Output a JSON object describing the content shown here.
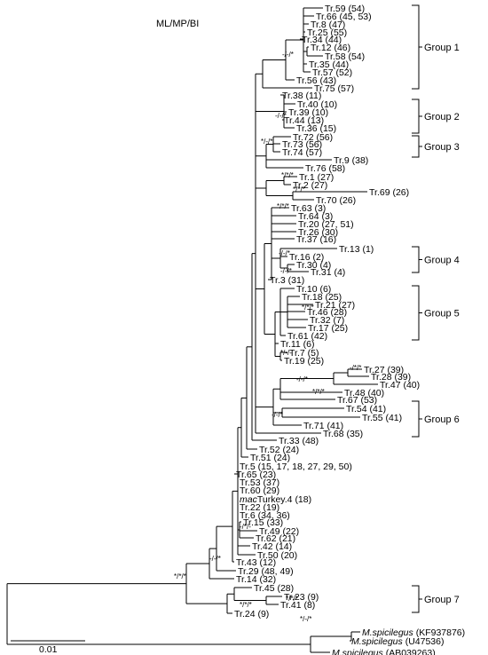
{
  "header": "ML/MP/BI",
  "scale_label": "0.01",
  "groups": [
    {
      "label": "Group 1"
    },
    {
      "label": "Group 2"
    },
    {
      "label": "Group 3"
    },
    {
      "label": "Group 4"
    },
    {
      "label": "Group 5"
    },
    {
      "label": "Group 6"
    },
    {
      "label": "Group 7"
    }
  ],
  "support": [
    "-/-/*",
    "-/-/*",
    "*/-/*",
    "*/*/*",
    "*/*/*",
    "*/*/*",
    "-/-/*",
    "-/-/*",
    "*/*/*",
    "*/-/-",
    "-/-/*",
    "*/*/*",
    "-/-/*",
    "-/*/*",
    "-/*/-",
    "-/-/*",
    "*/*/*",
    "*/*/*",
    "*/*/*",
    "*/-/*"
  ],
  "taxa": [
    {
      "label": "Tr.59 (54)"
    },
    {
      "label": "Tr.66 (45, 53)"
    },
    {
      "label": "Tr.8 (47)"
    },
    {
      "label": "Tr.25 (55)"
    },
    {
      "label": "Tr.34 (44)"
    },
    {
      "label": "Tr.12 (46)"
    },
    {
      "label": "Tr.58 (54)"
    },
    {
      "label": "Tr.35 (44)"
    },
    {
      "label": "Tr.57 (52)"
    },
    {
      "label": "Tr.56 (43)"
    },
    {
      "label": "Tr.75 (57)"
    },
    {
      "label": "Tr.38 (11)"
    },
    {
      "label": "Tr.40 (10)"
    },
    {
      "label": "Tr.39 (10)"
    },
    {
      "label": "Tr.44 (13)"
    },
    {
      "label": "Tr.36 (15)"
    },
    {
      "label": "Tr.72 (56)"
    },
    {
      "label": "Tr.73 (56)"
    },
    {
      "label": "Tr.74 (57)"
    },
    {
      "label": "Tr.9 (38)"
    },
    {
      "label": "Tr.76 (58)"
    },
    {
      "label": "Tr.1 (27)"
    },
    {
      "label": "Tr.2 (27)"
    },
    {
      "label": "Tr.69 (26)"
    },
    {
      "label": "Tr.70 (26)"
    },
    {
      "label": "Tr.63 (3)"
    },
    {
      "label": "Tr.64 (3)"
    },
    {
      "label": "Tr.20 (27, 51)"
    },
    {
      "label": "Tr.26 (30)"
    },
    {
      "label": "Tr.37 (16)"
    },
    {
      "label": "Tr.13 (1)"
    },
    {
      "label": "Tr.16 (2)"
    },
    {
      "label": "Tr.30 (4)"
    },
    {
      "label": "Tr.31 (4)"
    },
    {
      "label": "Tr.3 (31)"
    },
    {
      "label": "Tr.10 (6)"
    },
    {
      "label": "Tr.18 (25)"
    },
    {
      "label": "Tr.21 (27)"
    },
    {
      "label": "Tr.46 (28)"
    },
    {
      "label": "Tr.32 (7)"
    },
    {
      "label": "Tr.17 (25)"
    },
    {
      "label": "Tr.61 (42)"
    },
    {
      "label": "Tr.11 (6)"
    },
    {
      "label": "Tr.7 (5)"
    },
    {
      "label": "Tr.19 (25)"
    },
    {
      "label": "Tr.27 (39)"
    },
    {
      "label": "Tr.28 (39)"
    },
    {
      "label": "Tr.47 (40)"
    },
    {
      "label": "Tr.48 (40)"
    },
    {
      "label": "Tr.67 (53)"
    },
    {
      "label": "Tr.54 (41)"
    },
    {
      "label": "Tr.55 (41)"
    },
    {
      "label": "Tr.71 (41)"
    },
    {
      "label": "Tr.68 (35)"
    },
    {
      "label": "Tr.33 (48)"
    },
    {
      "label": "Tr.52 (24)"
    },
    {
      "label": "Tr.51 (24)"
    },
    {
      "label": "Tr.5 (15, 17, 18, 27, 29, 50)"
    },
    {
      "label": "Tr.65 (23)"
    },
    {
      "label": "Tr.53 (37)"
    },
    {
      "label": "Tr.60 (29)"
    },
    {
      "label": "macTurkey.4 (18)",
      "italic": "mac",
      "rest": "Turkey.4 (18)"
    },
    {
      "label": "Tr.22 (19)"
    },
    {
      "label": "Tr.6 (34, 36)"
    },
    {
      "label": "Tr.15 (33)"
    },
    {
      "label": "Tr.49 (22)"
    },
    {
      "label": "Tr.62 (21)"
    },
    {
      "label": "Tr.42 (14)"
    },
    {
      "label": "Tr.50 (20)"
    },
    {
      "label": "Tr.43 (12)"
    },
    {
      "label": "Tr.29 (48, 49)"
    },
    {
      "label": "Tr.14 (32)"
    },
    {
      "label": "Tr.45 (28)"
    },
    {
      "label": "Tr.23 (9)"
    },
    {
      "label": "Tr.41 (8)"
    },
    {
      "label": "Tr.24 (9)"
    },
    {
      "label": "M.spicilegus (KF937876)",
      "italic": "M.spicilegus",
      "rest": " (KF937876)"
    },
    {
      "label": "M.spicilegus (U47536)",
      "italic": "M.spicilegus",
      "rest": " (U47536)"
    },
    {
      "label": "M.spicilegus (AB039263)",
      "italic": "M.spicilegus",
      "rest": " (AB039263)"
    }
  ]
}
